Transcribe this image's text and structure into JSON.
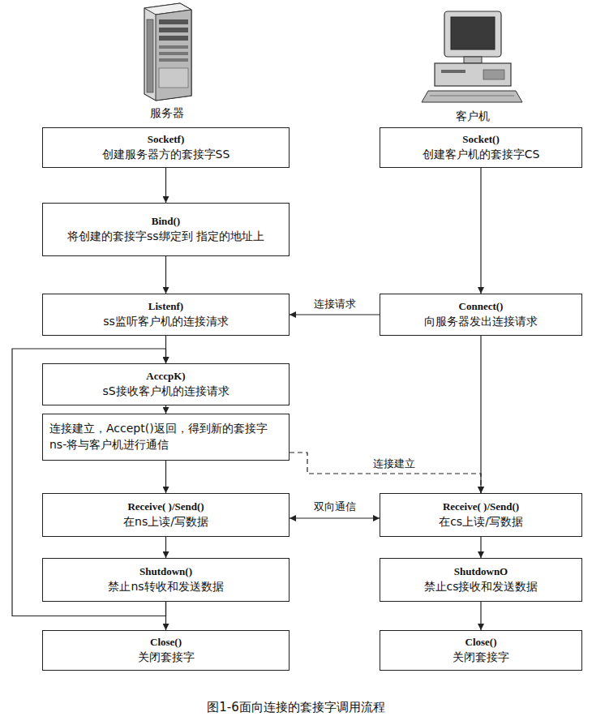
{
  "diagram": {
    "caption": "图1-6面向连接的套接字调用流程",
    "nodes": [
      {
        "text": [
          "Socketf)",
          "创建服务器方的套接字SS"
        ]
      },
      {
        "text": [
          "Bind()",
          "将创建的套接字ss绑定到 指定的地址上"
        ]
      },
      {
        "text": [
          "Listenf)",
          "ss监听客户机的连接清求"
        ]
      },
      {
        "text": [
          "AcccpK)",
          "sS接收客户机的连接请求"
        ]
      },
      {
        "text": [
          "连接建立，Accept()返回，得到新的套接字ns-将与客户机进行通信"
        ]
      },
      {
        "text": [
          "Receive( )/Send()",
          "在ns上读/写数据"
        ]
      },
      {
        "text": [
          "Shutdown()",
          "禁止ns转收和发送数据"
        ]
      },
      {
        "text": [
          "Close()",
          "关闭套接字"
        ]
      },
      {
        "text": [
          "Socket()",
          "创建客户机的套接字CS"
        ]
      },
      {
        "text": [
          "Connect()",
          "向服务器发出连接请求"
        ]
      },
      {
        "text": [
          "Receive( )/Send()",
          "在cs上读/写数据"
        ]
      },
      {
        "text": [
          "ShutdownO",
          "禁止cs接收和发送数据"
        ]
      },
      {
        "text": [
          "Close()",
          "关闭套接字"
        ]
      }
    ],
    "edges": [
      {
        "from": 0,
        "to": 1,
        "arrow": "to"
      },
      {
        "from": 1,
        "to": 2,
        "arrow": "to"
      },
      {
        "from": 2,
        "to": 3,
        "arrow": "to"
      },
      {
        "from": 3,
        "to": 4,
        "arrow": "to"
      },
      {
        "from": 4,
        "to": 5,
        "arrow": "to"
      },
      {
        "from": 5,
        "to": 6,
        "arrow": "to"
      },
      {
        "from": 6,
        "to": 7,
        "arrow": "to"
      },
      {
        "from": 6,
        "to": 3,
        "arrow": "to"
      },
      {
        "from": 8,
        "to": 9,
        "arrow": "to"
      },
      {
        "from": 9,
        "to": 2,
        "label": "连接请求",
        "arrow": "to"
      },
      {
        "from": 9,
        "to": 10,
        "arrow": "to"
      },
      {
        "from": 4,
        "to": 10,
        "label": "连接建立",
        "arrow": "to"
      },
      {
        "from": 5,
        "to": 10,
        "label": "双向通信",
        "arrow": "both"
      },
      {
        "from": 10,
        "to": 11,
        "arrow": "to"
      },
      {
        "from": 11,
        "to": 12,
        "arrow": "to"
      }
    ],
    "labels": [
      "服务器",
      "客户机"
    ]
  }
}
